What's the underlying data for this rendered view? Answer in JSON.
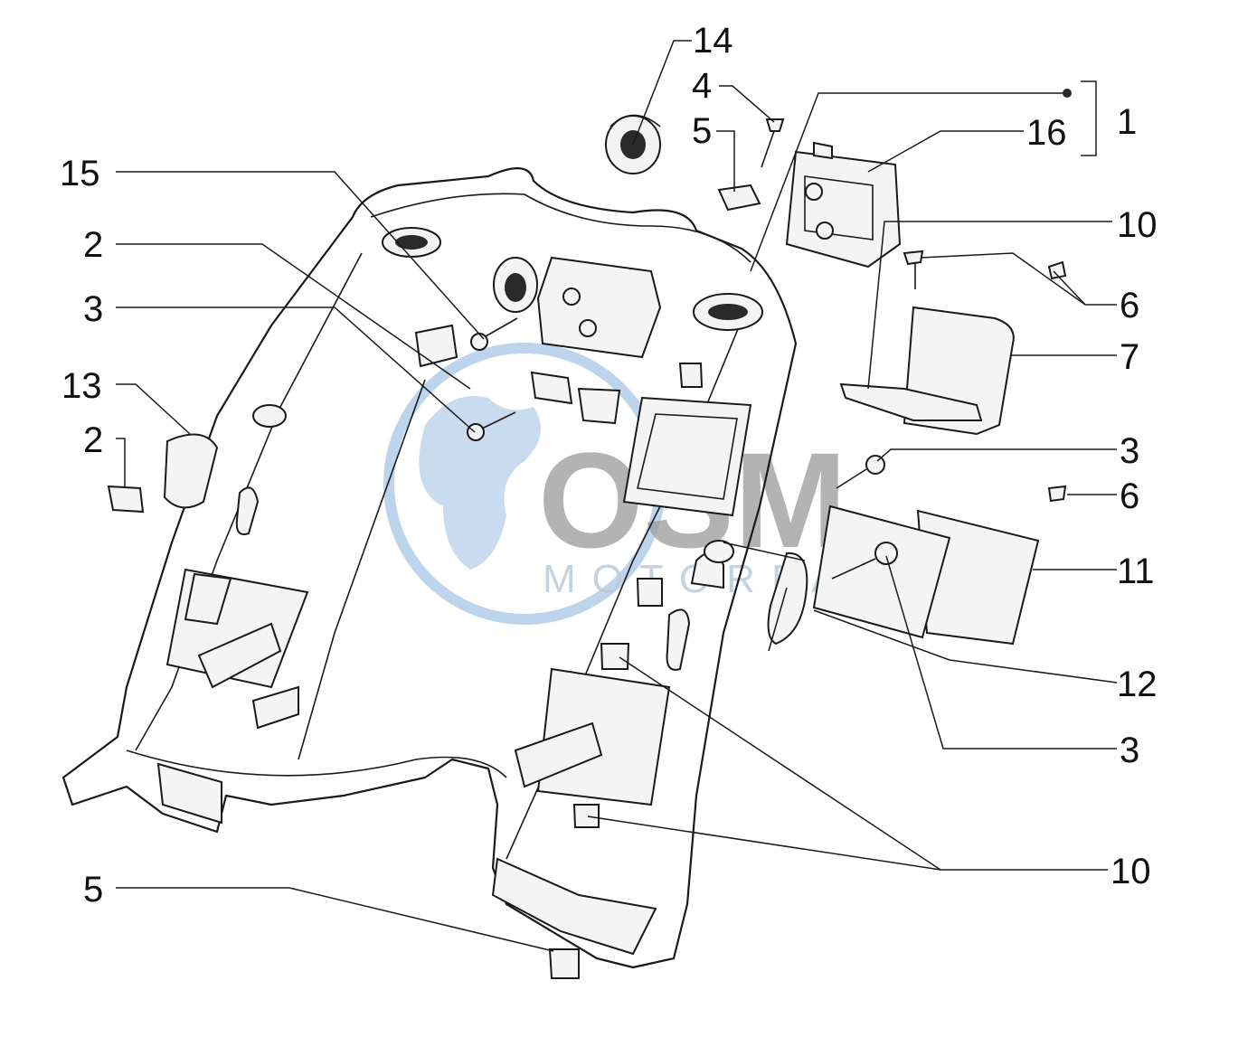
{
  "watermark": {
    "brand": "OSM",
    "subtitle": "MOTORPARTS",
    "color_globe": "#bcd4ec",
    "color_text": "#9a9a9a"
  },
  "callouts": {
    "c14": "14",
    "c4": "4",
    "c5a": "5",
    "c15": "15",
    "c16": "16",
    "c1": "1",
    "c2a": "2",
    "c10a": "10",
    "c3a": "3",
    "c6a": "6",
    "c7": "7",
    "c13": "13",
    "c2b": "2",
    "c3b": "3",
    "c6b": "6",
    "c11": "11",
    "c12": "12",
    "c3c": "3",
    "c10b": "10",
    "c5b": "5"
  }
}
